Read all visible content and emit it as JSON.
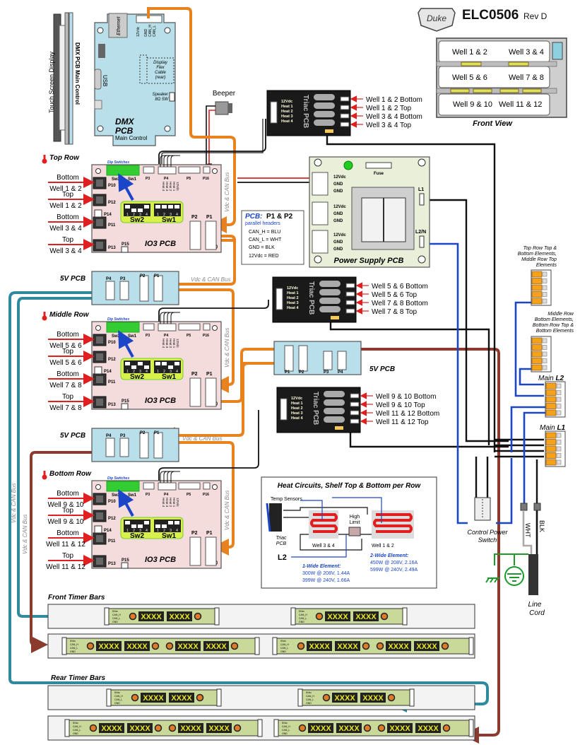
{
  "header": {
    "brand": "Duke",
    "model": "ELC0506",
    "revision": "Rev D"
  },
  "front_view": {
    "title": "Front View",
    "wells": [
      "Well 1 & 2",
      "Well 3 & 4",
      "Well 5 & 6",
      "Well 7 & 8",
      "Well 9 & 10",
      "Well 11 & 12"
    ]
  },
  "dmx": {
    "display_label": "Touch Screen Display",
    "side_label": "DMX PCB Main Control",
    "title_line1": "DMX",
    "title_line2": "PCB",
    "subtitle": "Main Control",
    "ethernet": "Ethernet",
    "usb": "USB",
    "connector_pins": [
      "12Vdc",
      "GND",
      "CAN_H",
      "CAN_L"
    ],
    "flex_cable": [
      "Display",
      "Flex",
      "Cable",
      "(rear)"
    ],
    "speaker": [
      "Speaker",
      "8Ω 5W"
    ]
  },
  "beeper": {
    "label": "Beeper"
  },
  "io_boards": [
    {
      "row_title": "Top Row",
      "inputs": [
        {
          "top": "Bottom",
          "bottom": "Well 1 & 2",
          "port": "P10"
        },
        {
          "top": "Top",
          "bottom": "Well 1 & 2",
          "port": "P12"
        },
        {
          "top": "Bottom",
          "bottom": "Well 3 & 4",
          "port": "P11"
        },
        {
          "top": "Top",
          "bottom": "Well 3 & 4",
          "port": "P13"
        }
      ],
      "sw2": [
        0,
        1,
        1,
        0
      ],
      "sw1": [
        0,
        0,
        0,
        0
      ]
    },
    {
      "row_title": "Middle Row",
      "inputs": [
        {
          "top": "Bottom",
          "bottom": "Well 5 & 6",
          "port": "P10"
        },
        {
          "top": "Top",
          "bottom": "Well 5 & 6",
          "port": "P12"
        },
        {
          "top": "Bottom",
          "bottom": "Well 7 & 8",
          "port": "P11"
        },
        {
          "top": "Top",
          "bottom": "Well 7 & 8",
          "port": "P13"
        }
      ],
      "sw2": [
        0,
        1,
        0,
        1
      ],
      "sw1": [
        0,
        0,
        1,
        0
      ]
    },
    {
      "row_title": "Bottom Row",
      "inputs": [
        {
          "top": "Bottom",
          "bottom": "Well 9 & 10",
          "port": "P10"
        },
        {
          "top": "Top",
          "bottom": "Well 9 & 10",
          "port": "P12"
        },
        {
          "top": "Bottom",
          "bottom": "Well 11 & 12",
          "port": "P11"
        },
        {
          "top": "Top",
          "bottom": "Well 11 & 12",
          "port": "P13"
        }
      ],
      "sw2": [
        0,
        1,
        1,
        0
      ],
      "sw1": [
        1,
        1,
        0,
        0
      ]
    }
  ],
  "io_common": {
    "board_name": "IO3 PCB",
    "dip_label": "Dip Switches",
    "sw2": "Sw2",
    "sw1": "Sw1",
    "ports": [
      "P3",
      "P4",
      "P5",
      "P16",
      "P14",
      "P15",
      "P2",
      "P1"
    ],
    "p4_pins": [
      "12Vdc",
      "Heat 1",
      "Heat 2",
      "Heat 3",
      "Heat 4"
    ],
    "dip_numbers": [
      "1",
      "2",
      "3",
      "4"
    ]
  },
  "bus_label": "Vdc & CAN Bus",
  "five_v": {
    "title": "5V PCB",
    "ports": [
      "P4",
      "P3",
      "P2",
      "P1"
    ]
  },
  "triacs": [
    {
      "outputs": [
        "Well 1 & 2 Bottom",
        "Well 1 & 2 Top",
        "Well 3 & 4 Bottom",
        "Well 3 & 4 Top"
      ]
    },
    {
      "outputs": [
        "Well 5 & 6 Bottom",
        "Well 5 & 6 Top",
        "Well 7 & 8 Bottom",
        "Well 7 & 8 Top"
      ]
    },
    {
      "outputs": [
        "Well 9 & 10 Bottom",
        "Well 9 & 10 Top",
        "Well 11 & 12 Bottom",
        "Well 11 & 12 Top"
      ]
    }
  ],
  "triac_common": {
    "name": "Triac PCB",
    "pins": [
      "12Vdc",
      "Heat 1",
      "Heat 2",
      "Heat 3",
      "Heat 4"
    ]
  },
  "power_supply": {
    "title": "Power Supply PCB",
    "fuse": "Fuse",
    "pins": [
      "12Vdc",
      "GND",
      "GND"
    ],
    "l1": "L1",
    "l2n": "L2/N"
  },
  "pcb_legend": {
    "title_a": "PCB:",
    "title_b": "P1 & P2",
    "subtitle": "parallel headers",
    "lines": [
      "CAN_H = BLU",
      "CAN_L = WHT",
      "GND = BLK",
      "12Vdc = RED"
    ]
  },
  "terminals": {
    "group1": "Top Row Top & Bottom Elements, Middle Row Top Elements",
    "group1_lines": [
      "Top Row Top &",
      "Bottom Elements,",
      "Middle Row Top",
      "Elements"
    ],
    "group2_lines": [
      "Middle Row",
      "Bottom Elements,",
      "Bottom Row Top &",
      "Bottom Elements"
    ],
    "main_l2_a": "Main ",
    "main_l2_b": "L2",
    "main_l1_a": "Main ",
    "main_l1_b": "L1"
  },
  "power": {
    "switch_line1": "Control Power",
    "switch_line2": "Switch",
    "wht": "WHT",
    "blk": "BLK",
    "cord_line1": "Line",
    "cord_line2": "Cord"
  },
  "heat_circuit": {
    "title": "Heat Circuits, Shelf Top & Bottom per Row",
    "temp_sensors": "Temp Sensors",
    "triac_line1": "Triac",
    "triac_line2": "PCB",
    "high_limit_1": "High",
    "high_limit_2": "Limit",
    "well_left": "Well 3 & 4",
    "well_right": "Well 1 & 2",
    "l2": "L2",
    "one_wide_title": "1-Wide Element:",
    "one_wide": [
      "300W @ 208V, 1.44A",
      "399W @ 240V, 1.66A"
    ],
    "two_wide_title": "2-Wide Element:",
    "two_wide": [
      "450W @ 208V, 2.16A",
      "599W @ 240V, 2.49A"
    ]
  },
  "timer_bars": {
    "front_title": "Front Timer Bars",
    "rear_title": "Rear Timer Bars",
    "pins": [
      "5Vdc",
      "CAN_H",
      "CAN_L",
      "GND"
    ],
    "pin_nums": [
      "1",
      "2",
      "3",
      "4"
    ],
    "pin_nums_rev": [
      "4",
      "3",
      "2",
      "1"
    ],
    "display": "XXXX"
  },
  "colors": {
    "orange_bus": "#e8821e",
    "teal_bus": "#2f8aa0",
    "brown_bus": "#8b3a2e",
    "red_wire": "#e02020",
    "blue_wire": "#1b46c8",
    "io_board": "#f5dcdc",
    "five_v_board": "#b9e0ea",
    "dmx_board": "#b9e0ea",
    "psu_board": "#e9efd9",
    "triac_board": "#1a1a1a",
    "timer_board": "#c9d99a",
    "dip_bg": "#d8f04a",
    "terminal_orange": "#f5a21a",
    "ground_green": "#1a9a2a"
  }
}
